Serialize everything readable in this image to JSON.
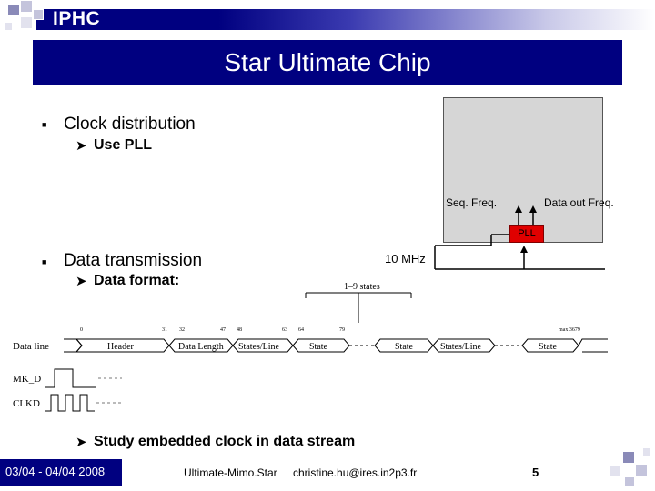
{
  "header": {
    "brand": "IPHC"
  },
  "slide": {
    "title": "Star Ultimate Chip"
  },
  "bullets": [
    {
      "text": "Clock distribution",
      "sub": [
        "Use PLL"
      ]
    },
    {
      "text": "Data transmission",
      "sub": [
        "Data format:",
        "Study embedded clock in data stream"
      ]
    }
  ],
  "chip": {
    "seq_freq": "Seq. Freq.",
    "data_out_freq": "Data out Freq.",
    "pll": "PLL",
    "input_freq": "10 MHz"
  },
  "timing": {
    "states_label": "1–9 states",
    "tick_labels": [
      "0",
      "31",
      "32",
      "47",
      "48",
      "63",
      "64",
      "79",
      "max 3679"
    ],
    "segments": [
      "Header",
      "Data Length",
      "States/Line",
      "State",
      "State",
      "States/Line",
      "State"
    ],
    "signals": [
      "Data line",
      "MK_D",
      "CLKD"
    ]
  },
  "footer": {
    "date": "03/04 - 04/04 2008",
    "project": "Ultimate-Mimo.Star",
    "email": "christine.hu@ires.in2p3.fr",
    "page": "5"
  },
  "colors": {
    "navy": "#000080",
    "pll_red": "#e00000",
    "chip_gray": "#d6d6d6"
  }
}
